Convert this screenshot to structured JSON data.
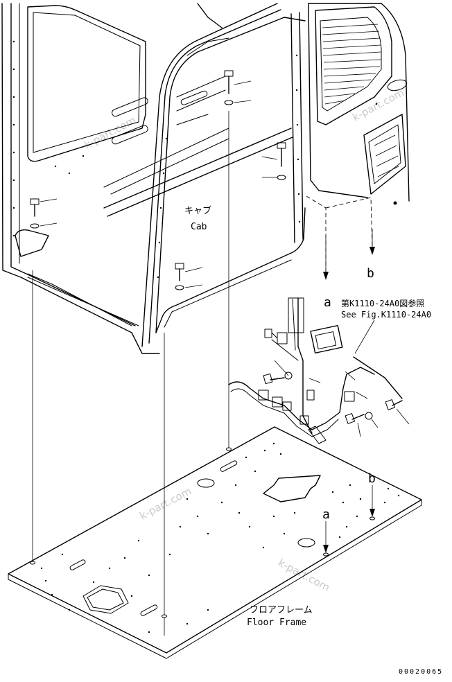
{
  "labels": {
    "cab_jp": "キャブ",
    "cab_en": "Cab",
    "floor_jp": "フロアフレーム",
    "floor_en": "Floor Frame",
    "ref_jp": "第K1110-24A0図参照",
    "ref_en": "See Fig.K1110-24A0",
    "callout_a_top": "a",
    "callout_b_top": "b",
    "callout_a_bottom": "a",
    "callout_b_bottom": "b",
    "watermark": "k-part.com",
    "figure_number": "00020065"
  }
}
